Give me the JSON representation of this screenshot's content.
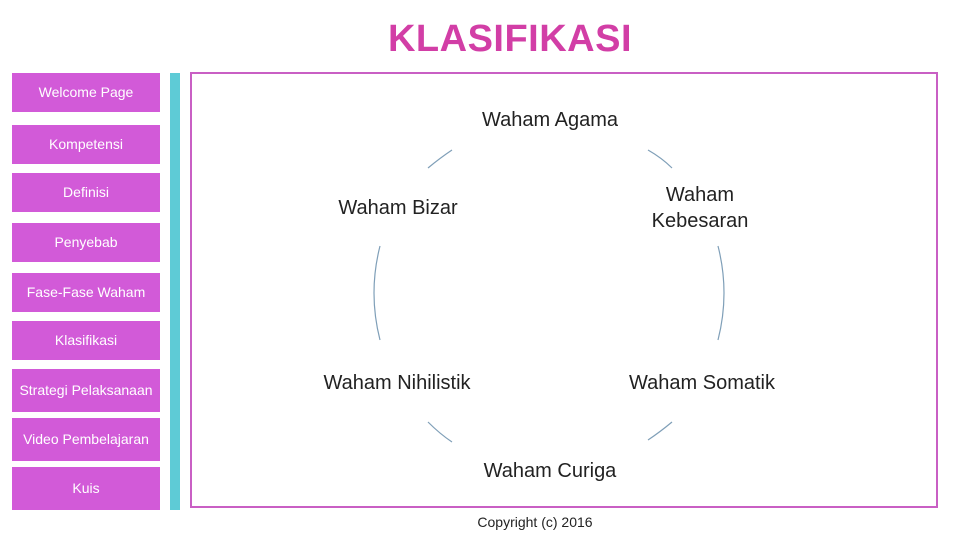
{
  "title": "KLASIFIKASI",
  "nav": {
    "items": [
      {
        "label": "Welcome Page"
      },
      {
        "label": "Kompetensi"
      },
      {
        "label": "Definisi"
      },
      {
        "label": "Penyebab"
      },
      {
        "label": "Fase-Fase Waham"
      },
      {
        "label": "Klasifikasi"
      },
      {
        "label": "Strategi Pelaksanaan"
      },
      {
        "label": "Video Pembelajaran"
      },
      {
        "label": "Kuis"
      }
    ]
  },
  "cycle": {
    "nodes": [
      {
        "label": "Waham Agama"
      },
      {
        "label": "Waham Kebesaran"
      },
      {
        "label": "Waham Somatik"
      },
      {
        "label": "Waham Curiga"
      },
      {
        "label": "Waham Nihilistik"
      },
      {
        "label": "Waham Bizar"
      }
    ],
    "connector_color": "#7f9fb8"
  },
  "footer": {
    "copyright": "Copyright (c) 2016"
  },
  "colors": {
    "title": "#d23ea6",
    "nav_bg": "#d25ad8",
    "accent_bar": "#5ecbd6",
    "frame_border": "#c95fc4"
  }
}
